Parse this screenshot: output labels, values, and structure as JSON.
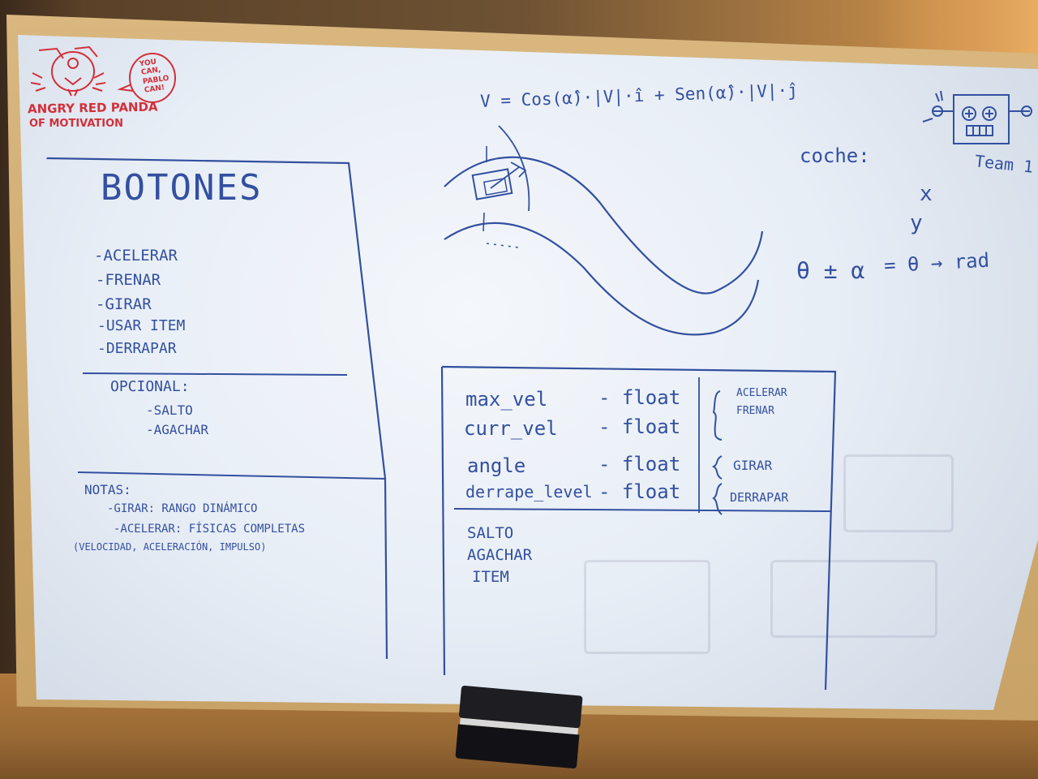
{
  "mascot": {
    "title_line1": "ANGRY RED PANDA",
    "title_line2": "OF MOTIVATION",
    "speech": [
      "YOU",
      "CAN,",
      "PABLO",
      "CAN!"
    ]
  },
  "formula": "V = Cos(α̂)·|V|·î + Sen(α̂)·|V|·ĵ",
  "team": {
    "label": "Team 1"
  },
  "botones": {
    "title": "BOTONES",
    "items": [
      "-ACELERAR",
      "-FRENAR",
      "-GIRAR",
      "-USAR ITEM",
      "-DERRAPAR"
    ],
    "opcional_title": "OPCIONAL:",
    "opcional_items": [
      "-SALTO",
      "-AGACHAR"
    ]
  },
  "notas": {
    "title": "NOTAS:",
    "lines": [
      "-GIRAR: RANGO DINÁMICO",
      "-ACELERAR: FÍSICAS COMPLETAS",
      "(VELOCIDAD, ACELERACIÓN, IMPULSO)"
    ]
  },
  "coche": {
    "title": "coche:",
    "vars": [
      "x",
      "y"
    ],
    "theta_left": "θ ± α",
    "theta_right": "= θ → rad"
  },
  "table": {
    "rows": [
      {
        "name": "max_vel",
        "type": "- float"
      },
      {
        "name": "curr_vel",
        "type": "- float"
      },
      {
        "name": "angle",
        "type": "- float"
      },
      {
        "name": "derrape_level",
        "type": "- float"
      }
    ],
    "groups": [
      "ACELERAR",
      "FRENAR",
      "GIRAR",
      "DERRAPAR"
    ],
    "extras": [
      "SALTO",
      "AGACHAR",
      "ITEM"
    ]
  },
  "colors": {
    "marker_blue": "#3350a0",
    "marker_red": "#d2303a"
  }
}
